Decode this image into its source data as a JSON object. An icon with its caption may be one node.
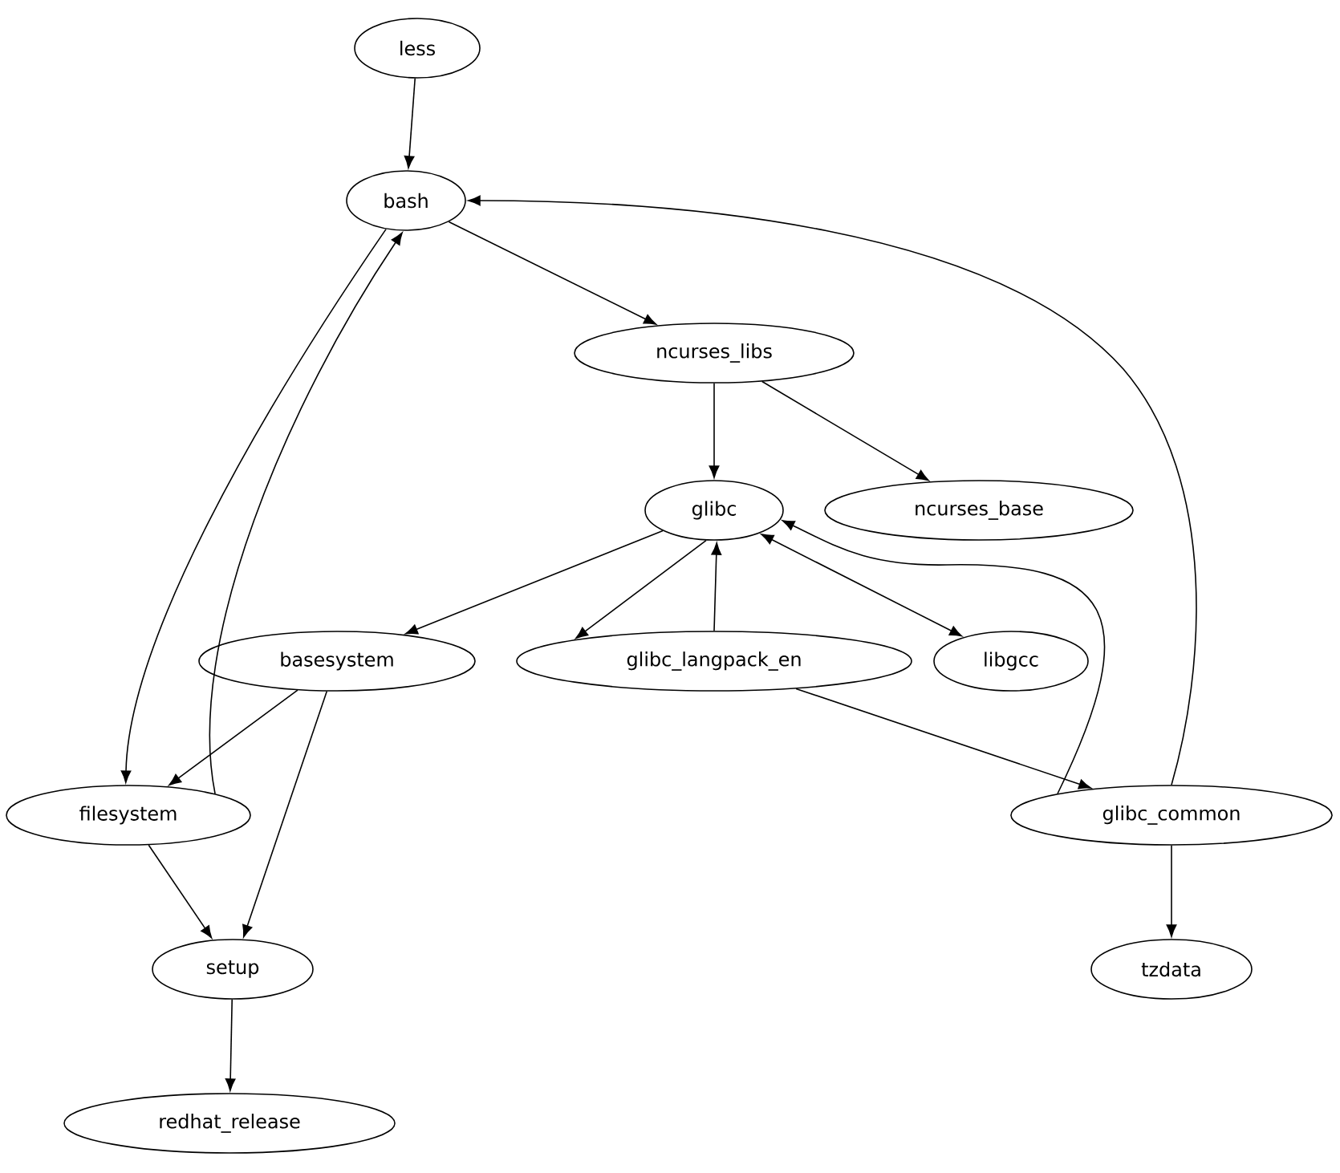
{
  "diagram": {
    "nodes": [
      {
        "text": [
          "less"
        ]
      },
      {
        "text": [
          "bash"
        ]
      },
      {
        "text": [
          "ncurses_libs"
        ]
      },
      {
        "text": [
          "glibc"
        ]
      },
      {
        "text": [
          "ncurses_base"
        ]
      },
      {
        "text": [
          "basesystem"
        ]
      },
      {
        "text": [
          "glibc_langpack_en"
        ]
      },
      {
        "text": [
          "libgcc"
        ]
      },
      {
        "text": [
          "filesystem"
        ]
      },
      {
        "text": [
          "glibc_common"
        ]
      },
      {
        "text": [
          "setup"
        ]
      },
      {
        "text": [
          "tzdata"
        ]
      },
      {
        "text": [
          "redhat_release"
        ]
      }
    ],
    "edges": [
      {
        "from": 0,
        "to": 1,
        "arrow": "to"
      },
      {
        "from": 1,
        "to": 2,
        "arrow": "to"
      },
      {
        "from": 1,
        "to": 8,
        "arrow": "to"
      },
      {
        "from": 8,
        "to": 1,
        "arrow": "to"
      },
      {
        "from": 2,
        "to": 3,
        "arrow": "to"
      },
      {
        "from": 2,
        "to": 4,
        "arrow": "to"
      },
      {
        "from": 3,
        "to": 5,
        "arrow": "to"
      },
      {
        "from": 3,
        "to": 6,
        "arrow": "to"
      },
      {
        "from": 6,
        "to": 3,
        "arrow": "to"
      },
      {
        "from": 3,
        "to": 7,
        "arrow": "both"
      },
      {
        "from": 6,
        "to": 9,
        "arrow": "to"
      },
      {
        "from": 9,
        "to": 3,
        "arrow": "to"
      },
      {
        "from": 9,
        "to": 1,
        "arrow": "to"
      },
      {
        "from": 9,
        "to": 11,
        "arrow": "to"
      },
      {
        "from": 5,
        "to": 8,
        "arrow": "to"
      },
      {
        "from": 5,
        "to": 10,
        "arrow": "to"
      },
      {
        "from": 8,
        "to": 10,
        "arrow": "to"
      },
      {
        "from": 10,
        "to": 12,
        "arrow": "to"
      }
    ]
  }
}
